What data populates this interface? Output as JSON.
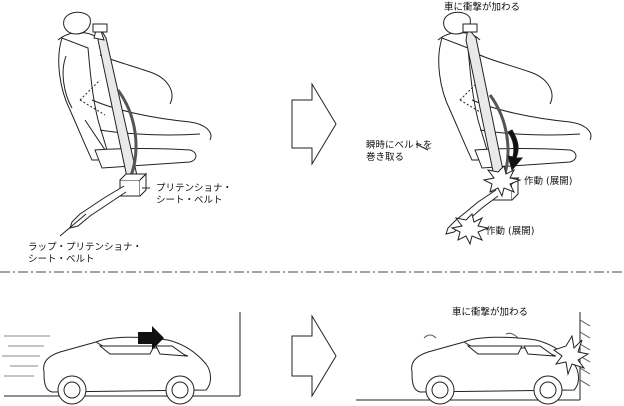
{
  "seat_panel": {
    "before": {
      "label_pretensioner_seat": [
        "プリテンショナ・",
        "シート・ベルト"
      ],
      "label_lap_pretensioner": [
        "ラップ・プリテンショナ・",
        "シート・ベルト"
      ]
    },
    "after": {
      "title": "車に衝撃が加わる",
      "label_retract": [
        "瞬時にベルトを",
        "巻き取る"
      ],
      "label_activate_upper": "作動 (展開)",
      "label_activate_lower": "作動 (展開)"
    }
  },
  "car_panel": {
    "after": {
      "title": "車に衝撃が加わる"
    }
  }
}
